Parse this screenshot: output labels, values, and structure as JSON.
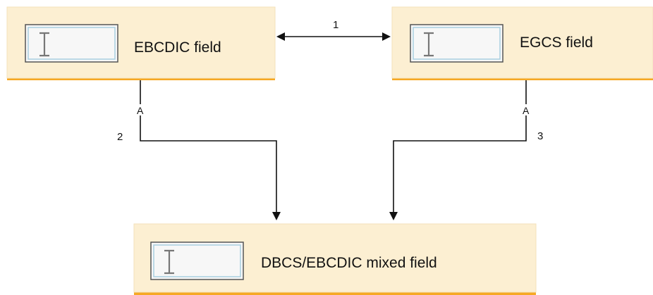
{
  "diagram": {
    "fields": [
      {
        "id": "ebcdic",
        "label": "EBCDIC field"
      },
      {
        "id": "egcs",
        "label": "EGCS field"
      },
      {
        "id": "mixed",
        "label": "DBCS/EBCDIC mixed field"
      }
    ],
    "connections": [
      {
        "number": "1",
        "from": "ebcdic",
        "to": "egcs",
        "direction": "bidirectional"
      },
      {
        "number": "2",
        "from": "ebcdic",
        "to": "mixed",
        "direction": "to-mixed",
        "marker": "A"
      },
      {
        "number": "3",
        "from": "egcs",
        "to": "mixed",
        "direction": "to-mixed",
        "marker": "A"
      }
    ],
    "colors": {
      "box_fill": "#fcefd2",
      "box_shadow": "#f6a824",
      "input_border": "#555555",
      "input_inner_border": "#a9cfe0",
      "line": "#111111"
    }
  }
}
